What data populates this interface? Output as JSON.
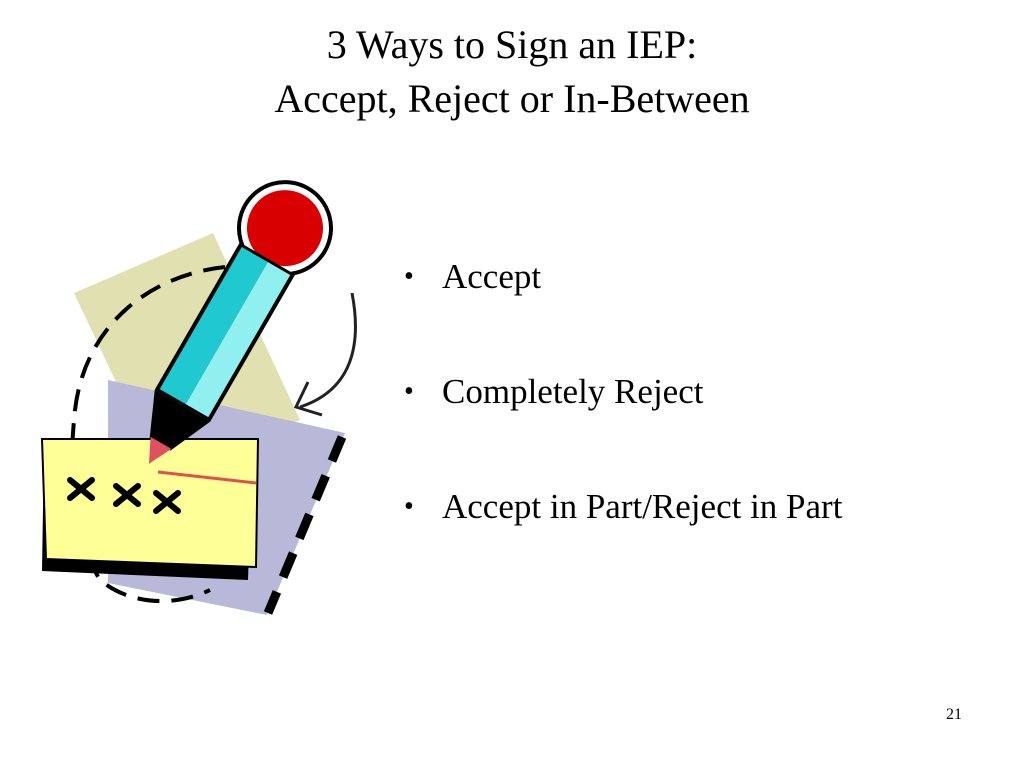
{
  "slide": {
    "title_line_1": "3 Ways to Sign an IEP:",
    "title_line_2": "Accept, Reject or In-Between",
    "bullets": [
      "Accept",
      "Completely Reject",
      "Accept in Part/Reject in Part"
    ],
    "bullet_glyph": "•",
    "page_number": "21",
    "clipart": {
      "subject": "pencil-signing-document-icon",
      "marks": "× × ×",
      "colors": {
        "pencil_body": "#20c8d0",
        "pencil_highlight": "#90f0f0",
        "eraser": "#d80000",
        "pencil_tip": "#e05060",
        "back_paper": "#e0e0b0",
        "middle_paper": "#b8b8d8",
        "front_paper": "#ffff98",
        "signature_line": "#e05050"
      }
    }
  }
}
